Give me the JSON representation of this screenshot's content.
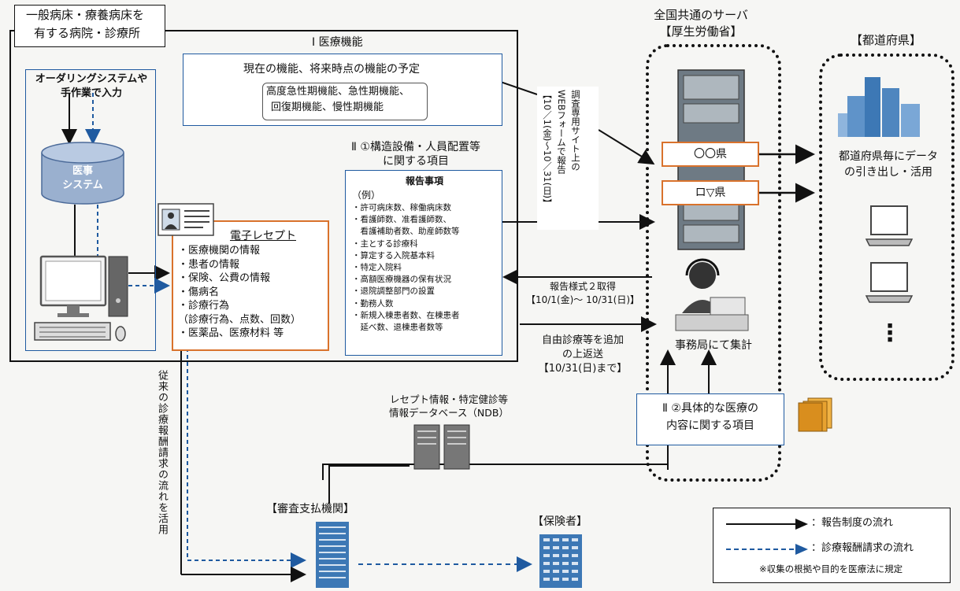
{
  "hospital": {
    "title_line1": "一般病床・療養病床を",
    "title_line2": "有する病院・診療所",
    "ordering_line1": "オーダリングシステムや",
    "ordering_line2": "手作業で入力",
    "ehr_line1": "医事",
    "ehr_line2": "システム"
  },
  "func_section": {
    "title": "Ⅰ 医療機能",
    "main": "現在の機能、将来時点の機能の予定",
    "sub_line1": "高度急性期機能、急性期機能、",
    "sub_line2": "回復期機能、慢性期機能"
  },
  "struct_section": {
    "title_line1": "Ⅱ ①構造設備・人員配置等",
    "title_line2": "に関する項目",
    "doc_title": "報告事項",
    "example": "（例）",
    "items": [
      "・許可病床数、稼働病床数",
      "・看護師数、准看護師数、",
      "　看護補助者数、助産師数等",
      "・主とする診療科",
      "・算定する入院基本料",
      "・特定入院料",
      "・高額医療機器の保有状況",
      "・退院調整部門の設置",
      "・勤務人数",
      "・新規入棟患者数、在棟患者",
      "　延べ数、退棟患者数等"
    ]
  },
  "receipt": {
    "title": "電子レセプト",
    "items": [
      "・医療機関の情報",
      "・患者の情報",
      "・保険、公費の情報",
      "・傷病名",
      "・診療行為",
      "（診療行為、点数、回数）",
      "・医薬品、医療材料 等"
    ]
  },
  "survey": {
    "lines": [
      "調査専用サイト上の",
      "WEBフォームで報告",
      "【10／1(金)～10／31(日)】"
    ]
  },
  "server": {
    "title_line1": "全国共通のサーバ",
    "title_line2": "【厚生労働省】",
    "pref1": "〇〇県",
    "pref2": "ロ▽県",
    "office": "事務局にて集計"
  },
  "prefecture": {
    "title": "【都道府県】",
    "caption_line1": "都道府県毎にデータ",
    "caption_line2": "の引き出し・活用",
    "dots": "⋮"
  },
  "arrows": {
    "report2_line1": "報告様式２取得",
    "report2_line2": "【10/1(金)～ 10/31(日)】",
    "free_line1": "自由診療等を追加",
    "free_line2": "の上返送",
    "free_line3": "【10/31(日)まで】"
  },
  "item2": {
    "line1": "Ⅱ ②具体的な医療の",
    "line2": "内容に関する項目"
  },
  "ndb": {
    "line1": "レセプト情報・特定健診等",
    "line2": "情報データベース（NDB）"
  },
  "flow_vertical": "従来の診療報酬請求の流れを活用",
  "review": {
    "title": "【審査支払機関】"
  },
  "insurer": {
    "title": "【保険者】"
  },
  "legend": {
    "report_flow": "：報告制度の流れ",
    "claim_flow": "：診療報酬請求の流れ",
    "note": "※収集の根拠や目的を医療法に規定"
  },
  "colors": {
    "blue": "#1f5aa0",
    "orange": "#d9722c",
    "gold": "#e8a230",
    "building": "#3d78b5"
  }
}
